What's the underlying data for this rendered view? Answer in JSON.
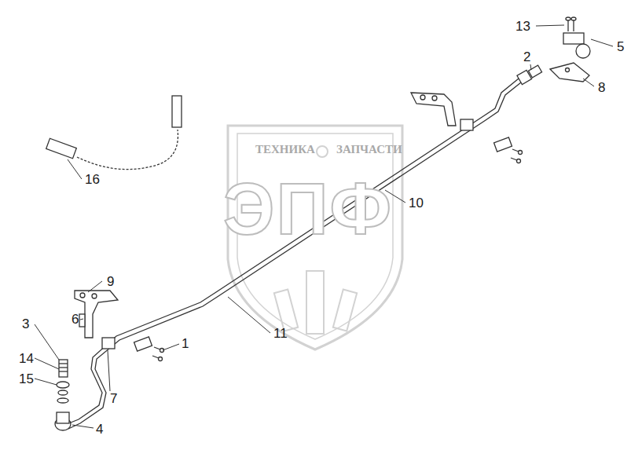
{
  "diagram": {
    "labels": [
      "13",
      "5",
      "2",
      "8",
      "ТЕХНИКА",
      "ЗАПЧАСТИ",
      "ЭПФ",
      "16",
      "10",
      "9",
      "11",
      "3",
      "6",
      "1",
      "14",
      "15",
      "7",
      "4"
    ]
  }
}
